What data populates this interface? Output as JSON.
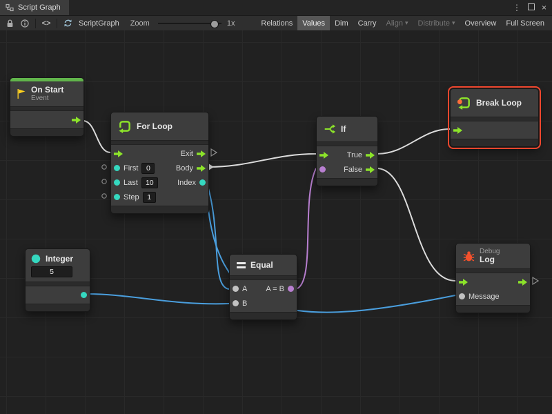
{
  "window": {
    "tab_title": "Script Graph",
    "menu_glyph": "⋮",
    "close_glyph": "×"
  },
  "toolbar": {
    "code_glyph": "<>",
    "graph_label": "ScriptGraph",
    "zoom_label": "Zoom",
    "zoom_value": "1x",
    "caret": "▾",
    "buttons": {
      "relations": "Relations",
      "values": "Values",
      "dim": "Dim",
      "carry": "Carry",
      "align": "Align",
      "distribute": "Distribute",
      "overview": "Overview",
      "full_screen": "Full Screen"
    }
  },
  "nodes": {
    "on_start": {
      "title": "On Start",
      "subtitle": "Event"
    },
    "for_loop": {
      "title": "For Loop",
      "ports": {
        "exit": "Exit",
        "body": "Body",
        "index": "Index",
        "first": "First",
        "first_value": "0",
        "last": "Last",
        "last_value": "10",
        "step": "Step",
        "step_value": "1"
      }
    },
    "if_node": {
      "title": "If",
      "true_label": "True",
      "false_label": "False"
    },
    "break_loop": {
      "title": "Break Loop"
    },
    "integer": {
      "title": "Integer",
      "value": "5"
    },
    "equal": {
      "title": "Equal",
      "a_label": "A",
      "b_label": "B",
      "result_label": "A = B"
    },
    "debug_log": {
      "kind": "Debug",
      "title": "Log",
      "message_label": "Message"
    }
  },
  "colors": {
    "flow_green": "#8ce32a",
    "value_teal": "#35d8c0",
    "value_purple": "#b87fd0",
    "wire_blue": "#4a9edd",
    "wire_white": "#dcdcdc",
    "selection": "#f0472e",
    "event_green": "#61b54b",
    "bug_red": "#f4512c",
    "flag_yellow": "#ffd21e"
  }
}
